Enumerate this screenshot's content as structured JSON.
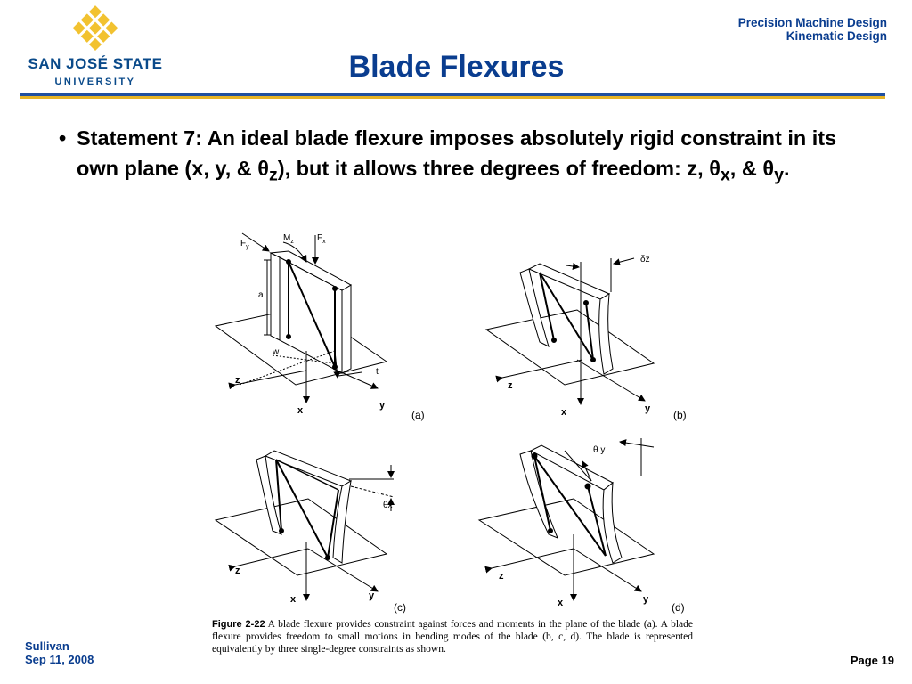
{
  "logo": {
    "line1": "SAN JOSÉ STATE",
    "line2": "UNIVERSITY",
    "accent": "#f2c230",
    "brand": "#0a4a8a"
  },
  "header": {
    "course": "Precision Machine Design",
    "topic": "Kinematic Design"
  },
  "slide": {
    "title": "Blade Flexures",
    "bullet": {
      "part1": "Statement 7:  An ideal blade flexure imposes absolutely rigid constraint in its own plane (x, y, & θ",
      "sub1": "z",
      "part2": "), but it allows three degrees of freedom:  z, θ",
      "sub2": "x",
      "part3": ", & θ",
      "sub3": "y",
      "part4": "."
    }
  },
  "figure": {
    "labels": {
      "fy": "F",
      "fy_sub": "y",
      "mz": "M",
      "mz_sub": "z",
      "fx": "F",
      "fx_sub": "x",
      "a": "a",
      "w": "w",
      "t": "t",
      "z": "z",
      "x": "x",
      "y": "y",
      "dz": "δz",
      "tx": "θx",
      "ty": "θ y",
      "pa": "(a)",
      "pb": "(b)",
      "pc": "(c)",
      "pd": "(d)"
    },
    "caption_label": "Figure 2-22",
    "caption_text": " A blade flexure provides constraint against forces and moments in the plane of the blade (a). A blade flexure provides freedom to small motions in bending modes of the blade (b, c, d). The blade is represented equivalently by three single-degree constraints as shown."
  },
  "footer": {
    "author": "Sullivan",
    "date": "Sep 11, 2008",
    "page": "Page 19"
  }
}
